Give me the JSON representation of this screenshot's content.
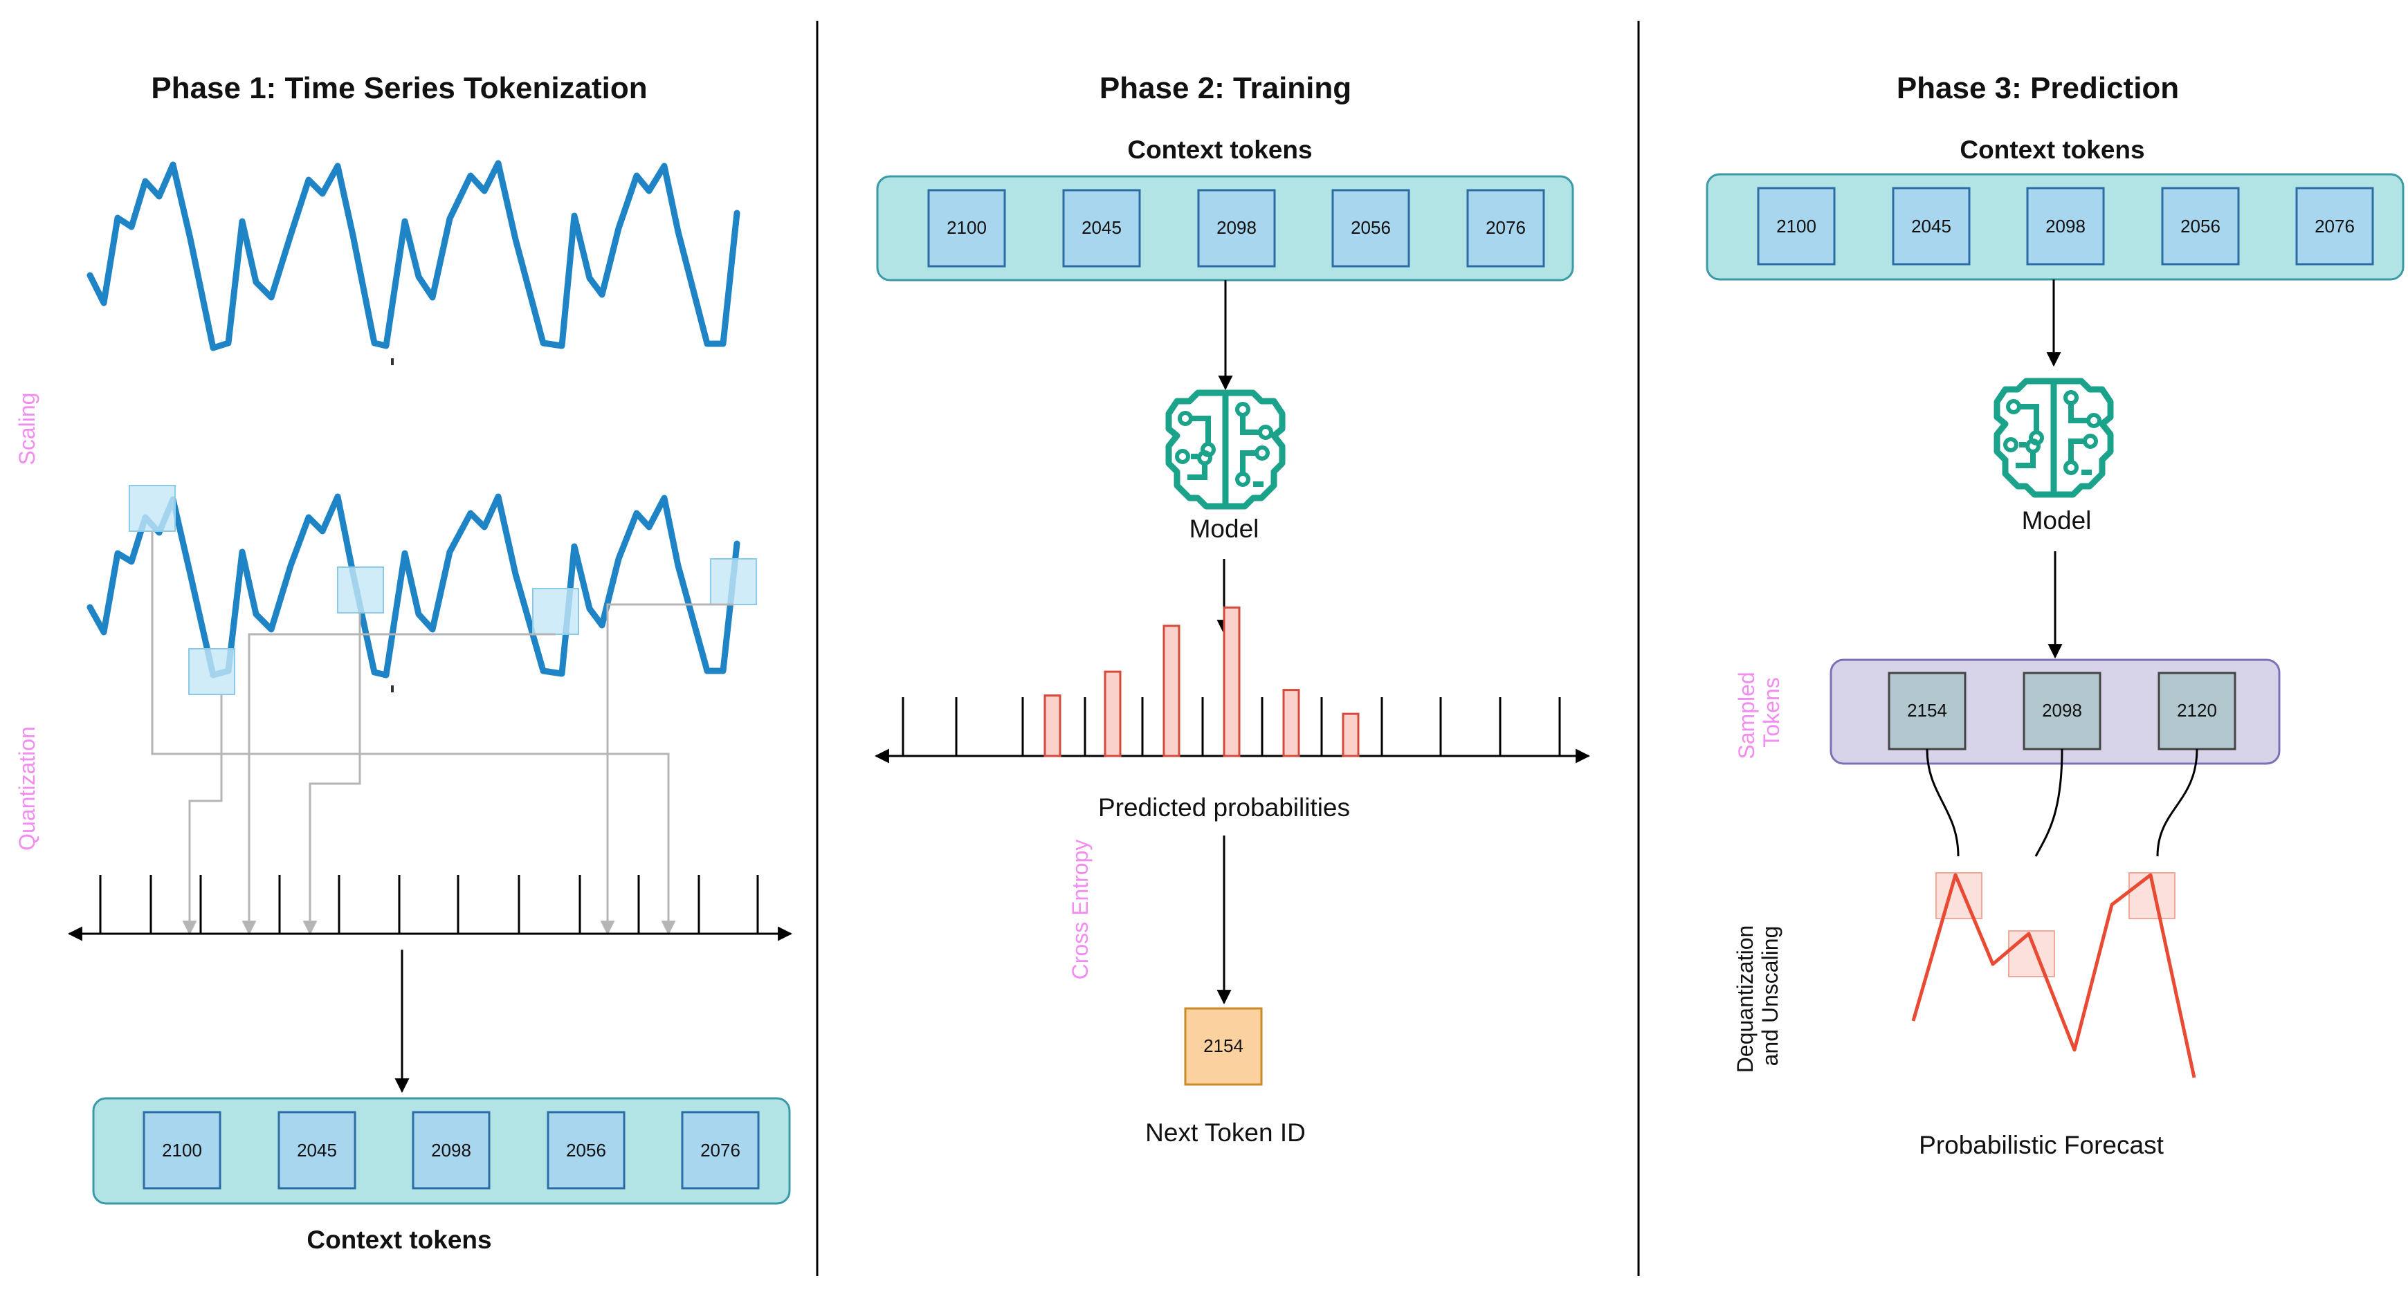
{
  "phase1": {
    "title": "Phase 1: Time Series Tokenization",
    "scaling_label": "Scaling",
    "quantization_label": "Quantization",
    "context_label": "Context tokens",
    "tokens": [
      "2100",
      "2045",
      "2098",
      "2056",
      "2076"
    ]
  },
  "phase2": {
    "title": "Phase 2: Training",
    "context_label": "Context tokens",
    "tokens": [
      "2100",
      "2045",
      "2098",
      "2056",
      "2076"
    ],
    "model_label": "Model",
    "predicted_label": "Predicted probabilities",
    "loss_label": "Cross Entropy",
    "next_token": "2154",
    "next_token_label": "Next Token ID",
    "probabilities": [
      0.33,
      0.46,
      0.71,
      0.81,
      0.36,
      0.23
    ]
  },
  "phase3": {
    "title": "Phase 3: Prediction",
    "context_label": "Context tokens",
    "tokens": [
      "2100",
      "2045",
      "2098",
      "2056",
      "2076"
    ],
    "model_label": "Model",
    "sampled_label_line1": "Sampled",
    "sampled_label_line2": "Tokens",
    "sampled_tokens": [
      "2154",
      "2098",
      "2120"
    ],
    "deq_label_line1": "Dequantization",
    "deq_label_line2": "and Unscaling",
    "forecast_label": "Probabilistic Forecast"
  },
  "colors": {
    "series": "#1f84c6",
    "forecast": "#e84a33",
    "annotation_pink": "#f28cf0",
    "container_teal": "#b2e4e6",
    "container_purple": "#d7d4ea",
    "token_blue": "#a7d6ee",
    "token_orange": "#fbd19f",
    "model_icon": "#1aa38a"
  },
  "icons": {
    "model": "brain-circuit-icon"
  }
}
